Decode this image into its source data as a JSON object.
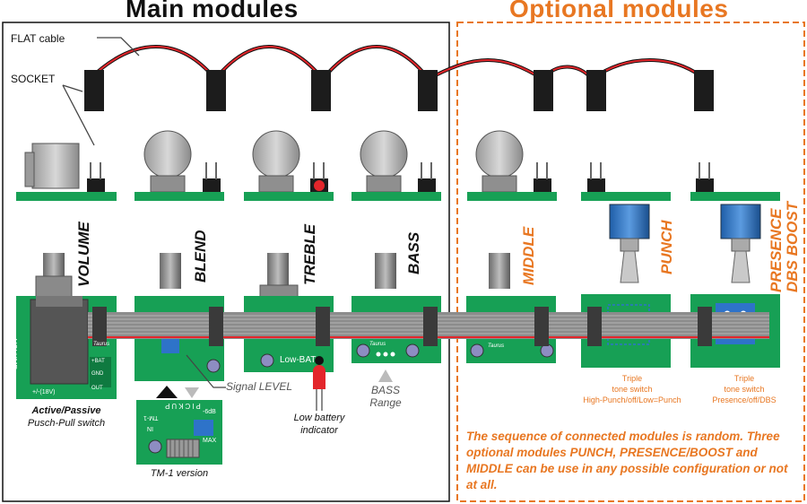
{
  "titles": {
    "main": "Main modules",
    "optional": "Optional modules"
  },
  "callouts": {
    "flat_cable": "FLAT cable",
    "socket": "SOCKET",
    "signal_level": "Signal LEVEL"
  },
  "modules": {
    "volume": "VOLUME",
    "blend": "BLEND",
    "treble": "TREBLE",
    "bass": "BASS",
    "middle": "MIDDLE",
    "punch": "PUNCH",
    "presence": "PRESENCE",
    "dbs_boost": "DBS BOOST"
  },
  "captions": {
    "active_passive": "Active/Passive",
    "pusch_pull": "Pusch-Pull switch",
    "tm1": "TM-1 version",
    "low_battery_1": "Low battery",
    "low_battery_2": "indicator",
    "bass_range_1": "BASS",
    "bass_range_2": "Range",
    "punch_1": "Triple",
    "punch_2": "tone switch",
    "punch_3": "High-Punch/off/Low=Punch",
    "presence_1": "Triple",
    "presence_2": "tone switch",
    "presence_3": "Presence/off/DBS"
  },
  "board_text": {
    "volume_board": "VOLUME",
    "bat": "+BAT",
    "gnd": "GND",
    "out": "OUT",
    "supply": "+/-(18V)",
    "low_bat": "Low-BAT",
    "pickup": "PICKUP",
    "tm1": "TM-1",
    "in": "IN",
    "min": "-6dB",
    "max": "MAX",
    "brand": "Taurus"
  },
  "note": "The sequence of connected modules is random. Three optional modules PUNCH, PRESENCE/BOOST and MIDDLE can be use in any possible configuration or not at all.",
  "colors": {
    "orange": "#e87722",
    "pcb": "#17a055",
    "cable": "#e3262b",
    "ribbon": "#8c8c8c"
  }
}
